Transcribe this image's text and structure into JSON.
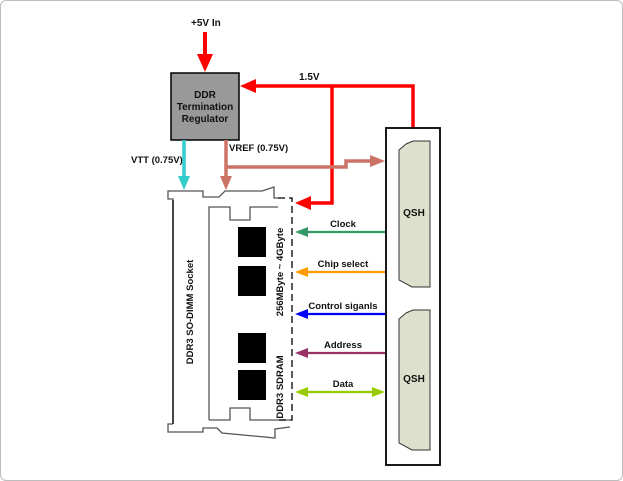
{
  "diagram": {
    "power_input": {
      "label": "+5V In",
      "color": "#ff0000"
    },
    "regulator": {
      "lines": [
        "DDR",
        "Termination",
        "Regulator"
      ],
      "fill": "#999999"
    },
    "rail_1v5": {
      "label": "1.5V",
      "color": "#ff0000"
    },
    "vtt": {
      "label": "VTT (0.75V)",
      "color": "#33cccc"
    },
    "vref": {
      "label": "VREF (0.75V)",
      "color": "#cc7366"
    },
    "socket": {
      "label": "DDR3 SO-DIMM Socket"
    },
    "module": {
      "label_capacity": "256MByte ~ 4GByte",
      "label_type": "DDR3 SDRAM"
    },
    "connectors": [
      {
        "label": "QSH",
        "fill": "#dde0cc"
      },
      {
        "label": "QSH",
        "fill": "#dde0cc"
      }
    ],
    "signals": [
      {
        "label": "Clock",
        "color": "#339966",
        "direction": "to-module"
      },
      {
        "label": "Chip select",
        "color": "#ff9900",
        "direction": "to-module"
      },
      {
        "label": "Control siganls",
        "color": "#0000ff",
        "direction": "to-module"
      },
      {
        "label": "Address",
        "color": "#993366",
        "direction": "to-module"
      },
      {
        "label": "Data",
        "color": "#99cc00",
        "direction": "bidirectional"
      }
    ]
  }
}
